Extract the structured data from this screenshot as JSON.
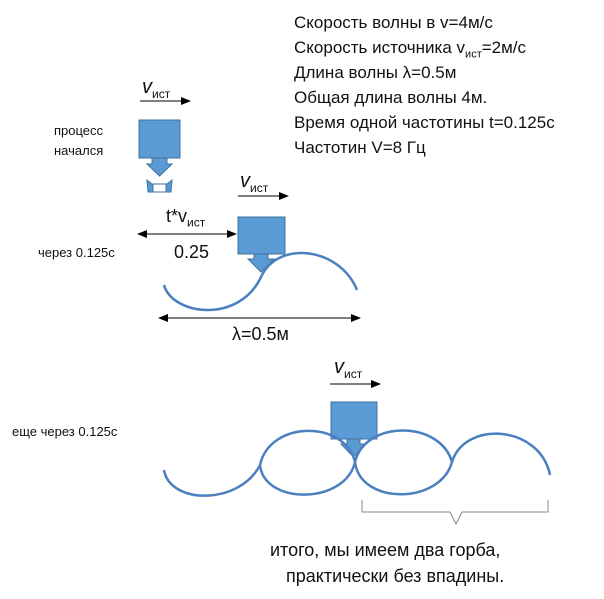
{
  "info": {
    "line1": "Скорость волны в  v=4м/с",
    "line2_pre": "Скорость источника v",
    "line2_sub": "ист",
    "line2_post": "=2м/с",
    "line3": "Длина волны λ=0.5м",
    "line4": "Общая длина волны 4м.",
    "line5": "Время одной частотины t=0.125c",
    "line6": "Частотин V=8 Гц"
  },
  "vel_label": {
    "v": "v",
    "sub": "ист"
  },
  "stage1": {
    "line1": "процесс",
    "line2": "начался"
  },
  "stage2": {
    "label": "через 0.125с",
    "t_pre": "t*v",
    "t_sub": "ист",
    "distance": "0.25",
    "lambda": "λ=0.5м"
  },
  "stage3": {
    "label": "еще через 0.125с"
  },
  "conclusion": {
    "line1": "итого, мы имеем два горба,",
    "line2": "практически без впадины."
  },
  "colors": {
    "source_fill": "#5b9bd5",
    "source_stroke": "#41719c",
    "wave": "#4a7fc0",
    "arrow": "#000000"
  }
}
